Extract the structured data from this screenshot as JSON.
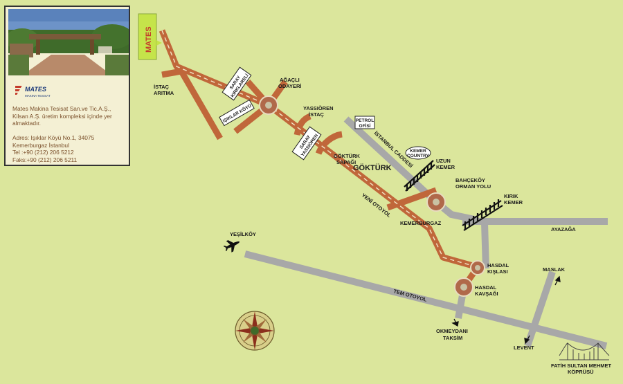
{
  "infobox": {
    "logo_text": "MATES",
    "logo_subtext": "MAKINA TESISAT",
    "description": "Mates Makina Tesisat San.ve Tic.A.Ş., Kilsan A.Ş. üretim kompleksi içinde yer almaktadır.",
    "address_lines": [
      "Adres: Işıklar Köyü No.1, 34075",
      "Kemerburgaz İstanbul",
      "Tel   :+90 (212) 206 5212",
      "Faks:+90 (212) 206 5211"
    ]
  },
  "map": {
    "start_marker": "MATES",
    "signs": {
      "saray_kirklareli": [
        "SARAY",
        "KIRKLARELİ"
      ],
      "isiklar_koyu": "IŞIKLAR KÖYÜ",
      "saray_yassioren": [
        "SARAY",
        "YASSIÖREN"
      ],
      "petrol_ofisi": [
        "PETROL",
        "OFİSİ"
      ],
      "kemer_country": [
        "KEMER",
        "COUNTRY"
      ]
    },
    "labels": {
      "istac_aritma": [
        "İSTAÇ",
        "ARITMA"
      ],
      "agacli_odayeri": [
        "AĞAÇLI",
        "ODAYERİ"
      ],
      "yassioren_istac": [
        "YASSIÖREN",
        "İSTAÇ"
      ],
      "gokturk_sapagi": [
        "GÖKTÜRK",
        "SAPAĞI"
      ],
      "gokturk": "GÖKTÜRK",
      "istanbul_caddesi": "İSTANBUL CADDESİ",
      "uzun_kemer": [
        "UZUN",
        "KEMER"
      ],
      "bahcekoy": [
        "BAHÇEKÖY",
        "ORMAN YOLU"
      ],
      "kirik_kemer": [
        "KIRIK",
        "KEMER"
      ],
      "ayazaga": "AYAZAĞA",
      "kemerburgaz": "KEMERBURGAZ",
      "yeni_otoyol": "YENİ OTOYOL",
      "yesilkoy": "YEŞİLKÖY",
      "hasdal_kislasi": [
        "HASDAL",
        "KIŞLASI"
      ],
      "hasdal_kavsagi": [
        "HASDAL",
        "KAVŞAĞI"
      ],
      "tem_otoyol": "TEM OTOYOL",
      "maslak": "MASLAK",
      "okmeydani": [
        "OKMEYDANI",
        "TAKSİM"
      ],
      "levent": "LEVENT",
      "fsm_bridge": [
        "FATİH SULTAN MEHMET",
        "KÖPRÜSÜ"
      ]
    },
    "colors": {
      "background": "#dbe69c",
      "route": "#c0673a",
      "route_dash": "#f2e6c8",
      "road": "#a8a8a8",
      "roundabout": "#b0694a",
      "start_marker": "#c5e44a"
    },
    "icons": [
      "airplane-icon",
      "compass-rose-icon",
      "aqueduct-icon",
      "bridge-icon",
      "arrow-icon"
    ]
  }
}
